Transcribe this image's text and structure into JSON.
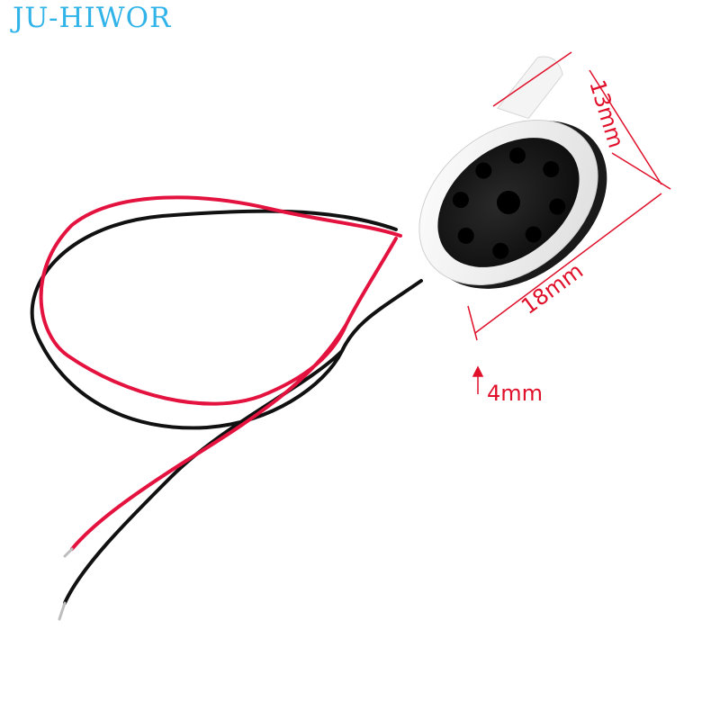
{
  "brand": {
    "name": "JU-HIWOR",
    "color": "#2fb3e8"
  },
  "dimensions": {
    "width": "13mm",
    "length": "18mm",
    "thickness": "4mm",
    "color": "#e0102a"
  },
  "wires": {
    "positive_color": "#e3123f",
    "negative_color": "#111111"
  }
}
